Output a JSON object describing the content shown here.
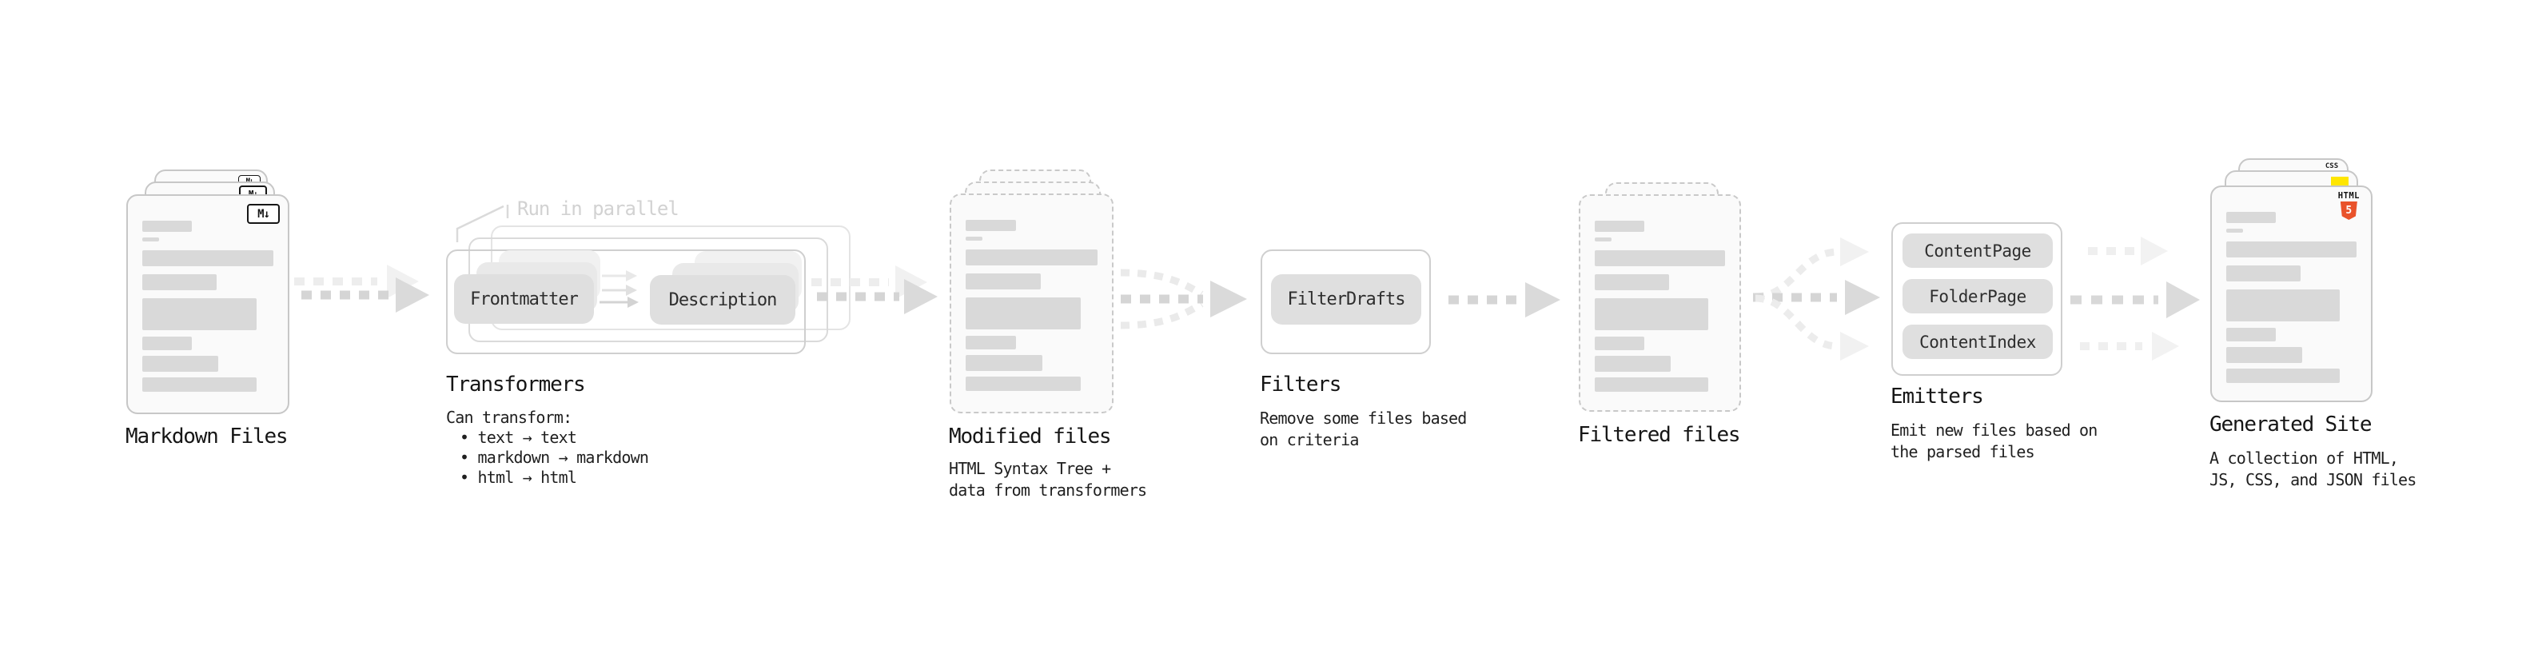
{
  "stages": {
    "markdown": {
      "label": "Markdown Files",
      "badge": "M↓"
    },
    "transformers": {
      "label": "Transformers",
      "annotation": "Run in parallel",
      "pill_front": "Frontmatter",
      "pill_back": "Description",
      "caption": "Can transform:",
      "bullets": [
        "• text → text",
        "• markdown → markdown",
        "• html → html"
      ]
    },
    "modified": {
      "label": "Modified files",
      "caption1": "HTML Syntax Tree +",
      "caption2": "data from transformers"
    },
    "filters": {
      "label": "Filters",
      "pill": "FilterDrafts",
      "caption1": "Remove some files based",
      "caption2": "on criteria"
    },
    "filtered": {
      "label": "Filtered files"
    },
    "emitters": {
      "label": "Emitters",
      "pill1": "ContentPage",
      "pill2": "FolderPage",
      "pill3": "ContentIndex",
      "caption1": "Emit new files based on",
      "caption2": "the parsed files"
    },
    "generated": {
      "label": "Generated Site",
      "caption1": "A collection of HTML,",
      "caption2": "JS, CSS, and JSON files",
      "badge_css": "CSS",
      "badge_html": "HTML",
      "badge_html_number": "5"
    }
  },
  "colors": {
    "html_shield": "#e9532b",
    "js_badge": "#ffe600",
    "css_bar": "#2b6ce8"
  }
}
